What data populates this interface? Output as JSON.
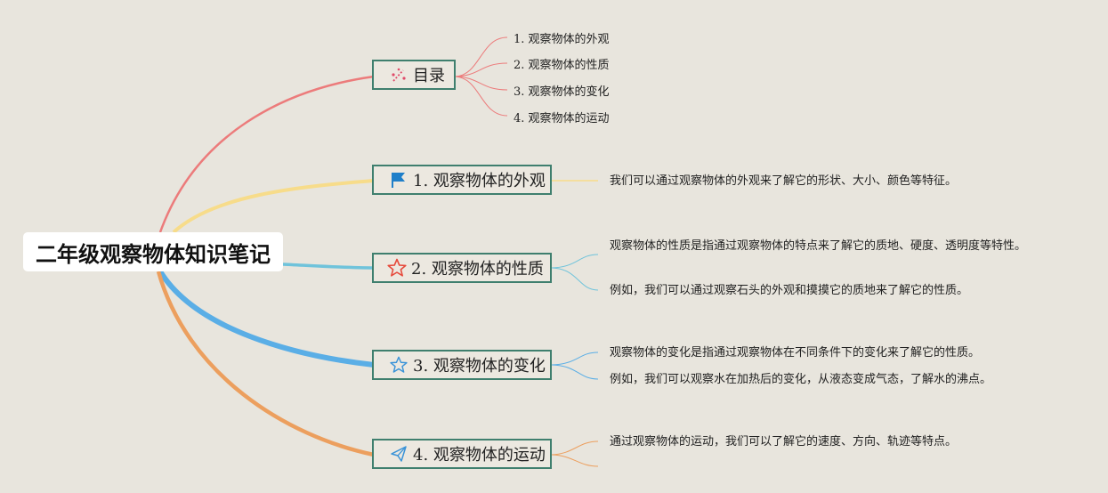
{
  "root": {
    "title": "二年级观察物体知识笔记"
  },
  "toc": {
    "label": "目录",
    "items": [
      "1. 观察物体的外观",
      "2. 观察物体的性质",
      "3. 观察物体的变化",
      "4. 观察物体的运动"
    ]
  },
  "topics": [
    {
      "label": "1. 观察物体的外观",
      "icon": "flag-icon",
      "color": "#f7dc8a",
      "details": [
        "我们可以通过观察物体的外观来了解它的形状、大小、颜色等特征。"
      ]
    },
    {
      "label": "2. 观察物体的性质",
      "icon": "star-icon",
      "color": "#6fc3db",
      "details": [
        "观察物体的性质是指通过观察物体的特点来了解它的质地、硬度、透明度等特性。",
        "例如，我们可以通过观察石头的外观和摸摸它的质地来了解它的性质。"
      ]
    },
    {
      "label": "3. 观察物体的变化",
      "icon": "star-outline-icon",
      "color": "#5aaee6",
      "details": [
        "观察物体的变化是指通过观察物体在不同条件下的变化来了解它的性质。",
        "例如，我们可以观察水在加热后的变化，从液态变成气态，了解水的沸点。"
      ]
    },
    {
      "label": "4. 观察物体的运动",
      "icon": "paper-plane-icon",
      "color": "#ec9f5e",
      "details": [
        "通过观察物体的运动，我们可以了解它的速度、方向、轨迹等特点。"
      ]
    }
  ],
  "colors": {
    "background": "#e8e5dd",
    "toc_branch": "#ec7b7b",
    "topic_border": "#3f7f6e",
    "flag": "#1f7fc9",
    "star": "#e64a3c",
    "star_outline": "#3a93d8",
    "plane": "#3a93d8"
  }
}
